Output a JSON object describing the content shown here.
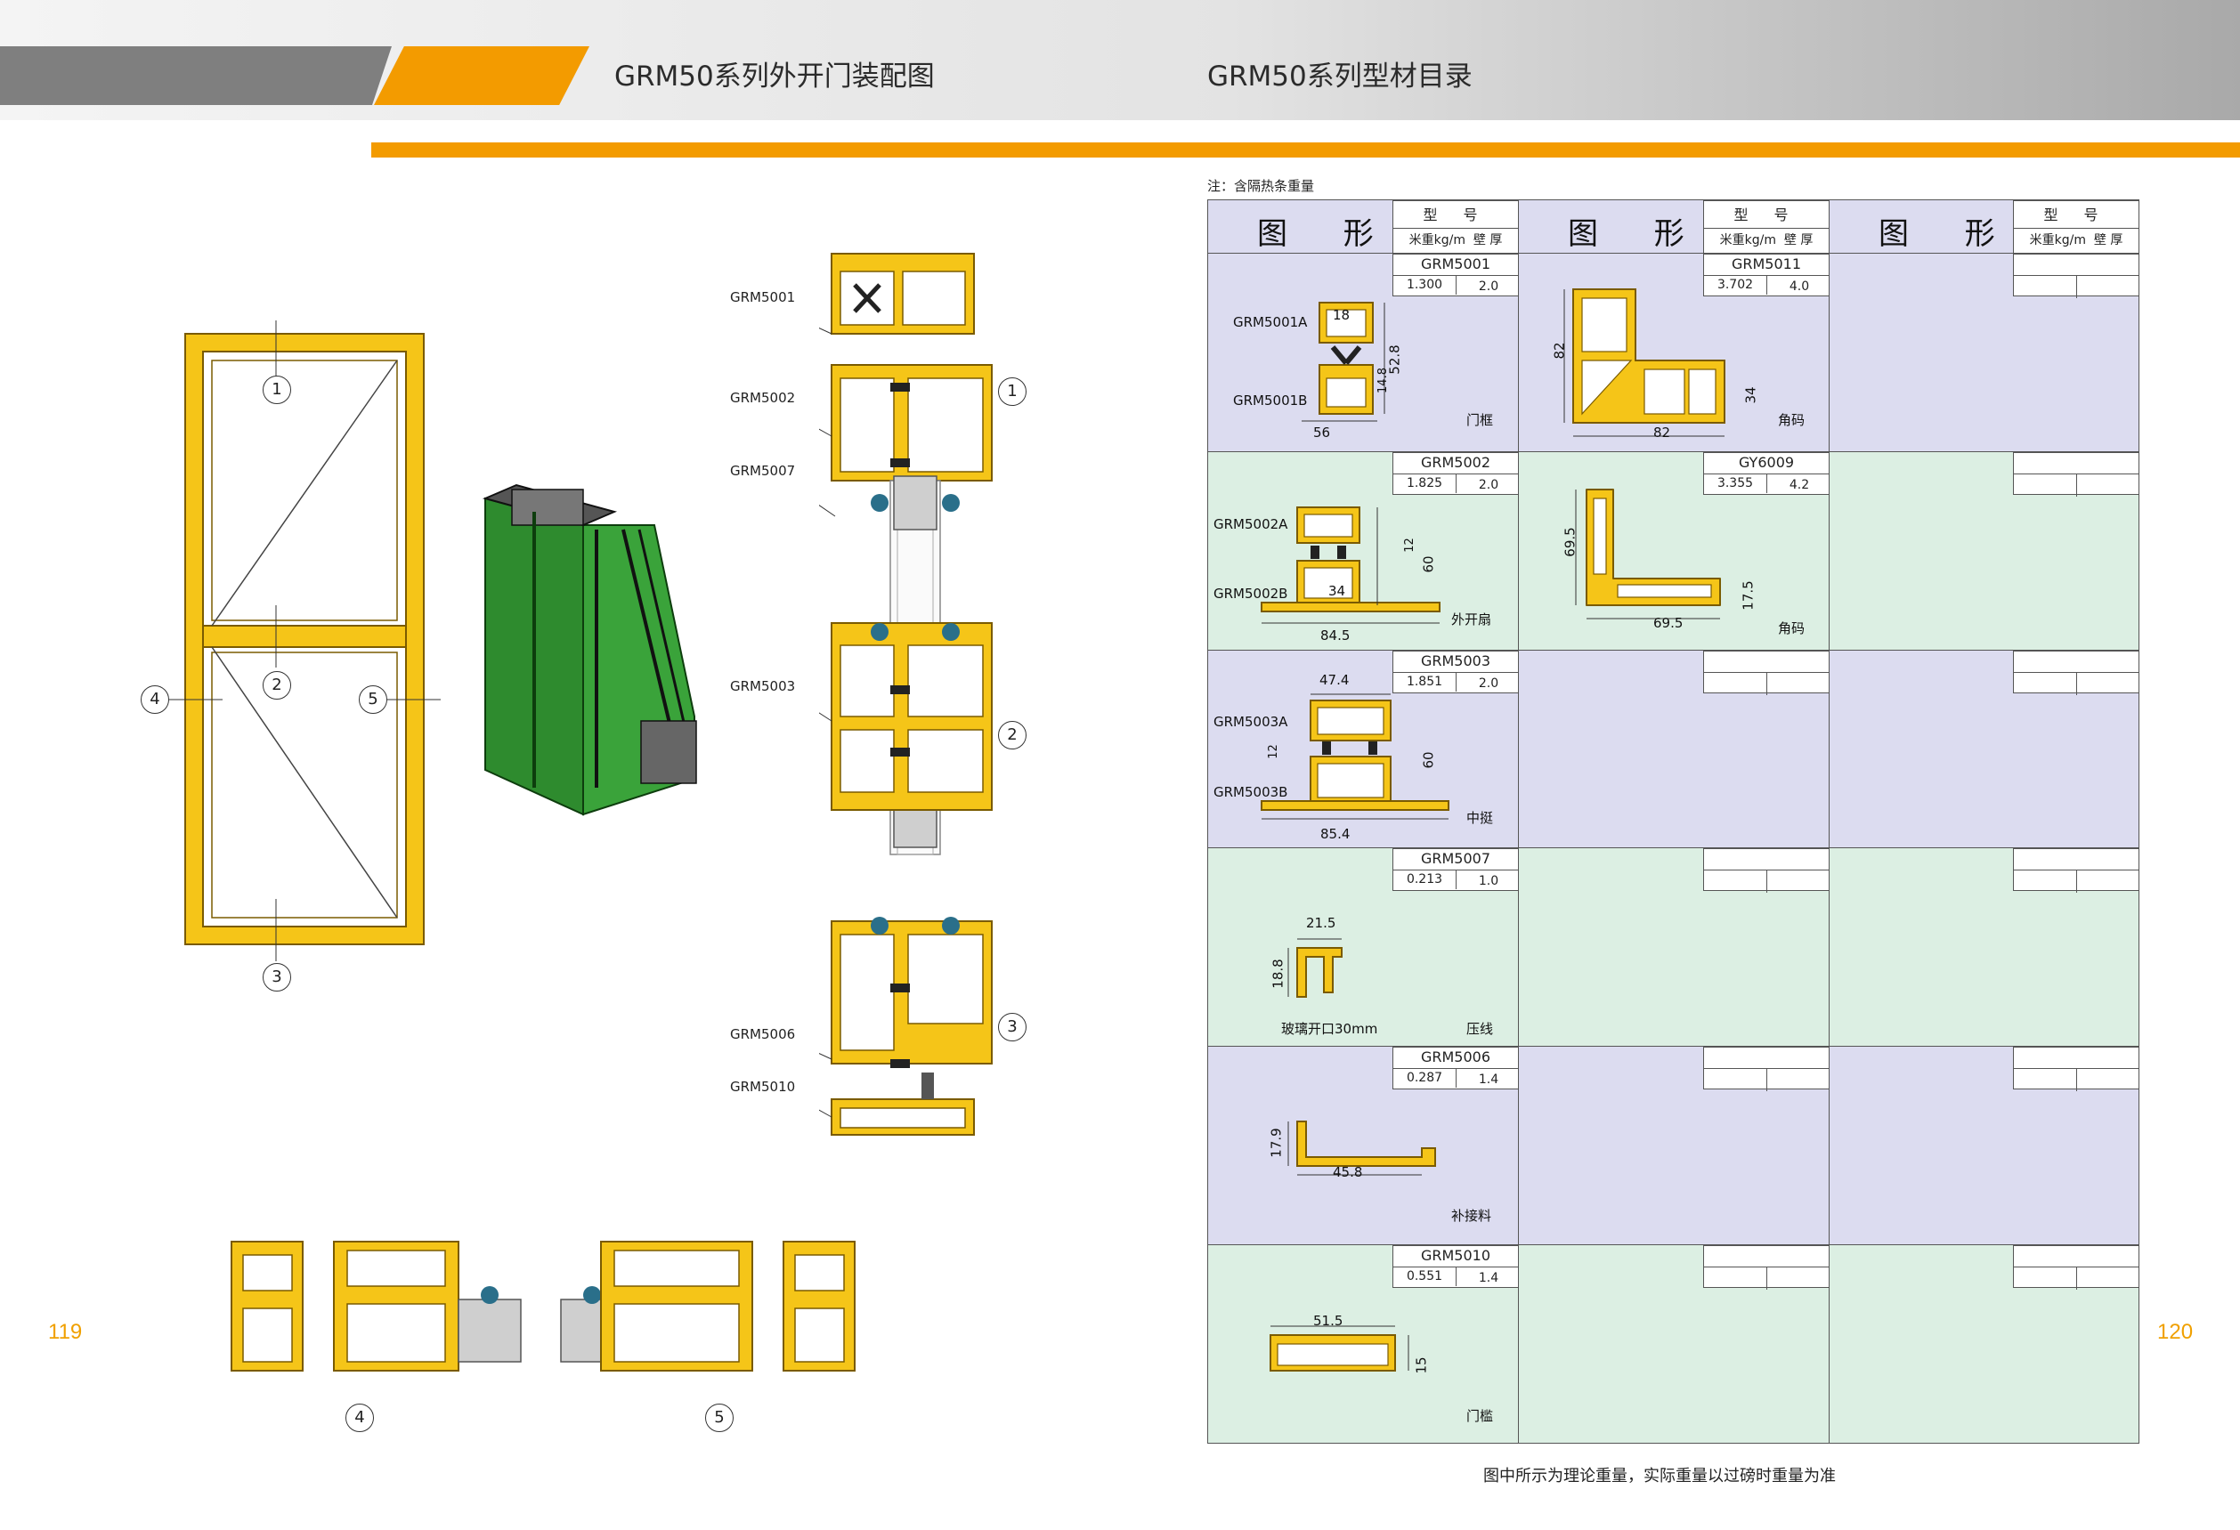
{
  "header": {
    "left_title": "GRM50系列外开门装配图",
    "right_title": "GRM50系列型材目录"
  },
  "page_numbers": {
    "left": "119",
    "right": "120"
  },
  "colors": {
    "accent": "#f39b00",
    "profile_yellow": "#f5c518",
    "purple_row": "#dcdcf0",
    "green_row": "#dcefe3",
    "render_green": "#2f9a2f"
  },
  "assembly": {
    "callouts": [
      "GRM5001",
      "GRM5002",
      "GRM5007",
      "GRM5003",
      "GRM5006",
      "GRM5010"
    ],
    "section_marks": [
      "1",
      "2",
      "3",
      "4",
      "5"
    ]
  },
  "catalog": {
    "note": "注：含隔热条重量",
    "col_header": {
      "figure": "图 形",
      "model": "型 号",
      "weight": "米重kg/m",
      "thickness": "壁 厚"
    },
    "col1": [
      {
        "code": "GRM5001",
        "weight": "1.300",
        "thickness": "2.0",
        "name": "门框",
        "parts": [
          "GRM5001A",
          "GRM5001B"
        ],
        "dims": [
          "18",
          "52.8",
          "14.8",
          "56"
        ]
      },
      {
        "code": "GRM5002",
        "weight": "1.825",
        "thickness": "2.0",
        "name": "外开扇",
        "parts": [
          "GRM5002A",
          "GRM5002B"
        ],
        "dims": [
          "12",
          "60",
          "34",
          "84.5"
        ]
      },
      {
        "code": "GRM5003",
        "weight": "1.851",
        "thickness": "2.0",
        "name": "中挺",
        "parts": [
          "GRM5003A",
          "GRM5003B"
        ],
        "dims": [
          "47.4",
          "12",
          "60",
          "85.4"
        ]
      },
      {
        "code": "GRM5007",
        "weight": "0.213",
        "thickness": "1.0",
        "name": "压线",
        "extra": "玻璃开口30mm",
        "dims": [
          "21.5",
          "18.8"
        ]
      },
      {
        "code": "GRM5006",
        "weight": "0.287",
        "thickness": "1.4",
        "name": "补接料",
        "dims": [
          "17.9",
          "45.8"
        ]
      },
      {
        "code": "GRM5010",
        "weight": "0.551",
        "thickness": "1.4",
        "name": "门槛",
        "dims": [
          "51.5",
          "15"
        ]
      }
    ],
    "col2": [
      {
        "code": "GRM5011",
        "weight": "3.702",
        "thickness": "4.0",
        "name": "角码",
        "dims": [
          "82",
          "34",
          "82"
        ]
      },
      {
        "code": "GY6009",
        "weight": "3.355",
        "thickness": "4.2",
        "name": "角码",
        "dims": [
          "69.5",
          "17.5",
          "69.5"
        ]
      }
    ]
  },
  "footer_note": "图中所示为理论重量，实际重量以过磅时重量为准"
}
